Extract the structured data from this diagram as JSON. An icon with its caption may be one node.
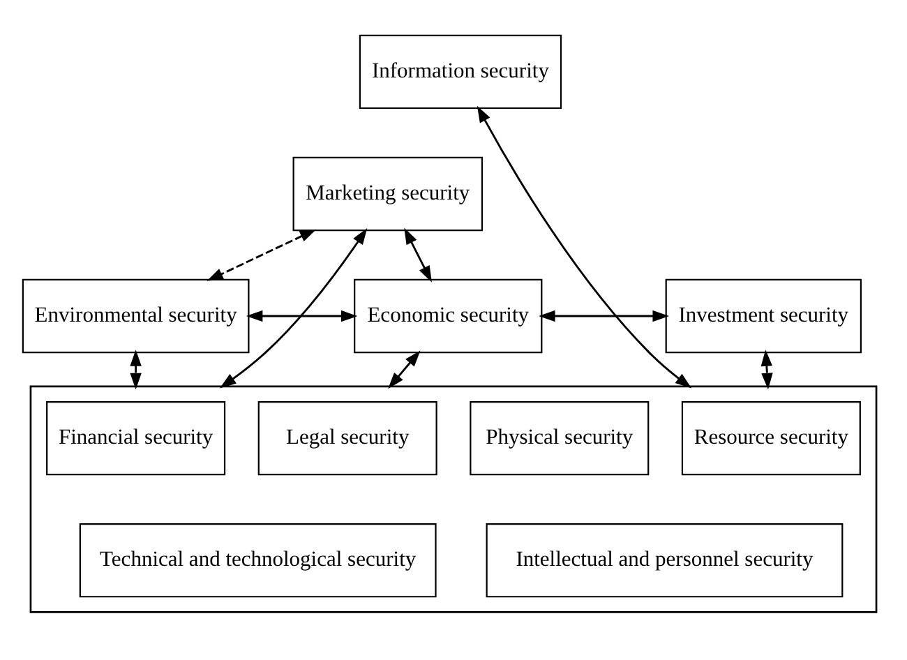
{
  "diagram": {
    "nodes": [
      {
        "text": [
          "Information security"
        ]
      },
      {
        "text": [
          "Marketing security"
        ]
      },
      {
        "text": [
          "Environmental security"
        ]
      },
      {
        "text": [
          "Economic security"
        ]
      },
      {
        "text": [
          "Investment security"
        ]
      },
      {
        "text": [],
        "shape": "box"
      },
      {
        "text": [
          "Financial security"
        ],
        "in": 5
      },
      {
        "text": [
          "Physical security"
        ],
        "in": 5
      },
      {
        "text": [
          "Legal security"
        ],
        "in": 5
      },
      {
        "text": [
          "Resource security"
        ],
        "in": 5
      },
      {
        "text": [
          "Technical and technological security"
        ],
        "in": 5
      },
      {
        "text": [
          "Intellectual and personnel security"
        ],
        "in": 5
      }
    ],
    "edges": [
      {
        "from": 0,
        "to": 5,
        "arrow": "both"
      },
      {
        "from": 1,
        "to": 5,
        "arrow": "both"
      },
      {
        "from": 1,
        "to": 2,
        "arrow": "both",
        "style": "dashed"
      },
      {
        "from": 1,
        "to": 3,
        "arrow": "both"
      },
      {
        "from": 2,
        "to": 3,
        "arrow": "both"
      },
      {
        "from": 3,
        "to": 4,
        "arrow": "both"
      },
      {
        "from": 2,
        "to": 5,
        "arrow": "both",
        "style": "dashed"
      },
      {
        "from": 3,
        "to": 5,
        "arrow": "both"
      },
      {
        "from": 4,
        "to": 5,
        "arrow": "both",
        "style": "dashed"
      }
    ]
  }
}
